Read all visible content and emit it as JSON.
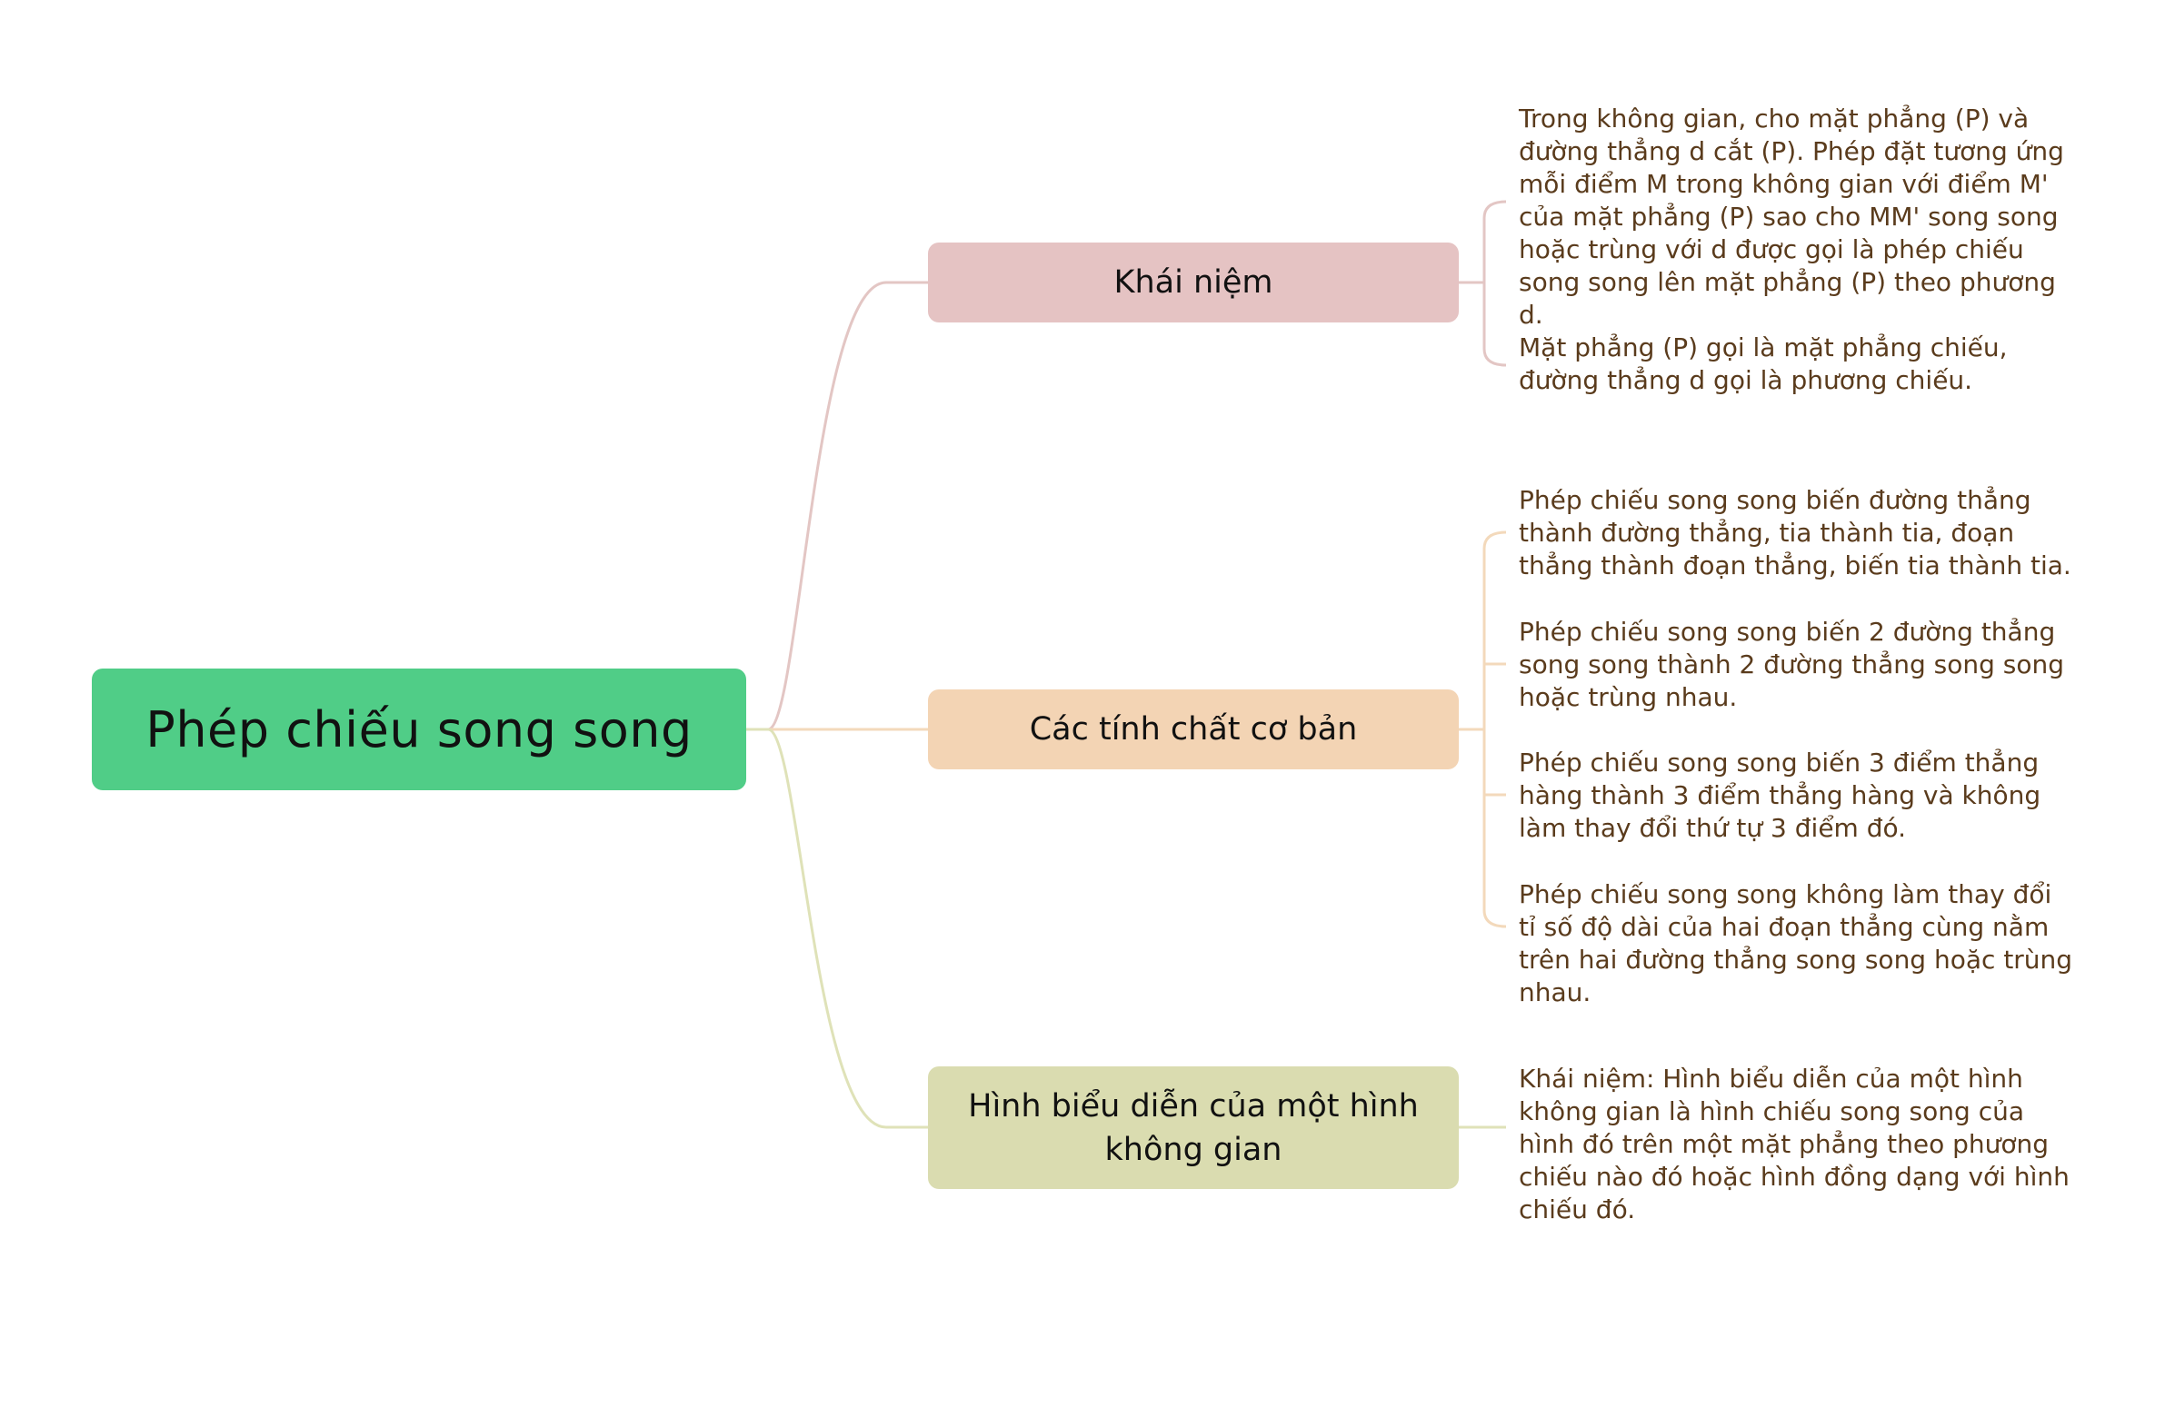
{
  "colors": {
    "root_fill": "#50cd87",
    "branch1_fill": "#e5c3c3",
    "branch1_line": "#e3c6c4",
    "branch2_fill": "#f3d4b4",
    "branch2_line": "#f3d9bb",
    "branch3_fill": "#dadcb0",
    "branch3_line": "#dfe2b8",
    "leaf_text": "#5a3b1c"
  },
  "root": {
    "label": "Phép chiếu song song"
  },
  "branches": [
    {
      "label": "Khái niệm",
      "leaves": [
        "Trong không gian, cho mặt phẳng (P) và đường thẳng d cắt (P). Phép đặt tương ứng mỗi điểm M trong không gian với điểm M' của mặt phẳng (P) sao cho MM' song song hoặc trùng với d được gọi là phép chiếu song song lên mặt phẳng (P) theo phương d.",
        "Mặt phẳng (P) gọi là mặt phẳng chiếu, đường thẳng d gọi là phương chiếu."
      ]
    },
    {
      "label": "Các tính chất cơ bản",
      "leaves": [
        "Phép chiếu song song biến đường thẳng thành đường thẳng, tia thành tia, đoạn thẳng thành đoạn thẳng, biến tia thành tia.",
        "Phép chiếu song song biến 2 đường thẳng song song thành 2 đường thẳng song song hoặc trùng nhau.",
        "Phép chiếu song song biến 3 điểm thẳng hàng thành 3 điểm thẳng hàng và không làm thay đổi thứ tự 3 điểm đó.",
        "Phép chiếu song song không làm thay đổi tỉ số độ dài của hai đoạn thẳng cùng nằm trên hai đường thẳng song song hoặc trùng nhau."
      ]
    },
    {
      "label": "Hình biểu diễn của một hình không gian",
      "leaves": [
        "Khái niệm: Hình biểu diễn của một hình không gian là hình chiếu song song của hình đó trên một mặt phẳng theo phương chiếu nào đó hoặc hình đồng dạng với hình chiếu đó."
      ]
    }
  ]
}
